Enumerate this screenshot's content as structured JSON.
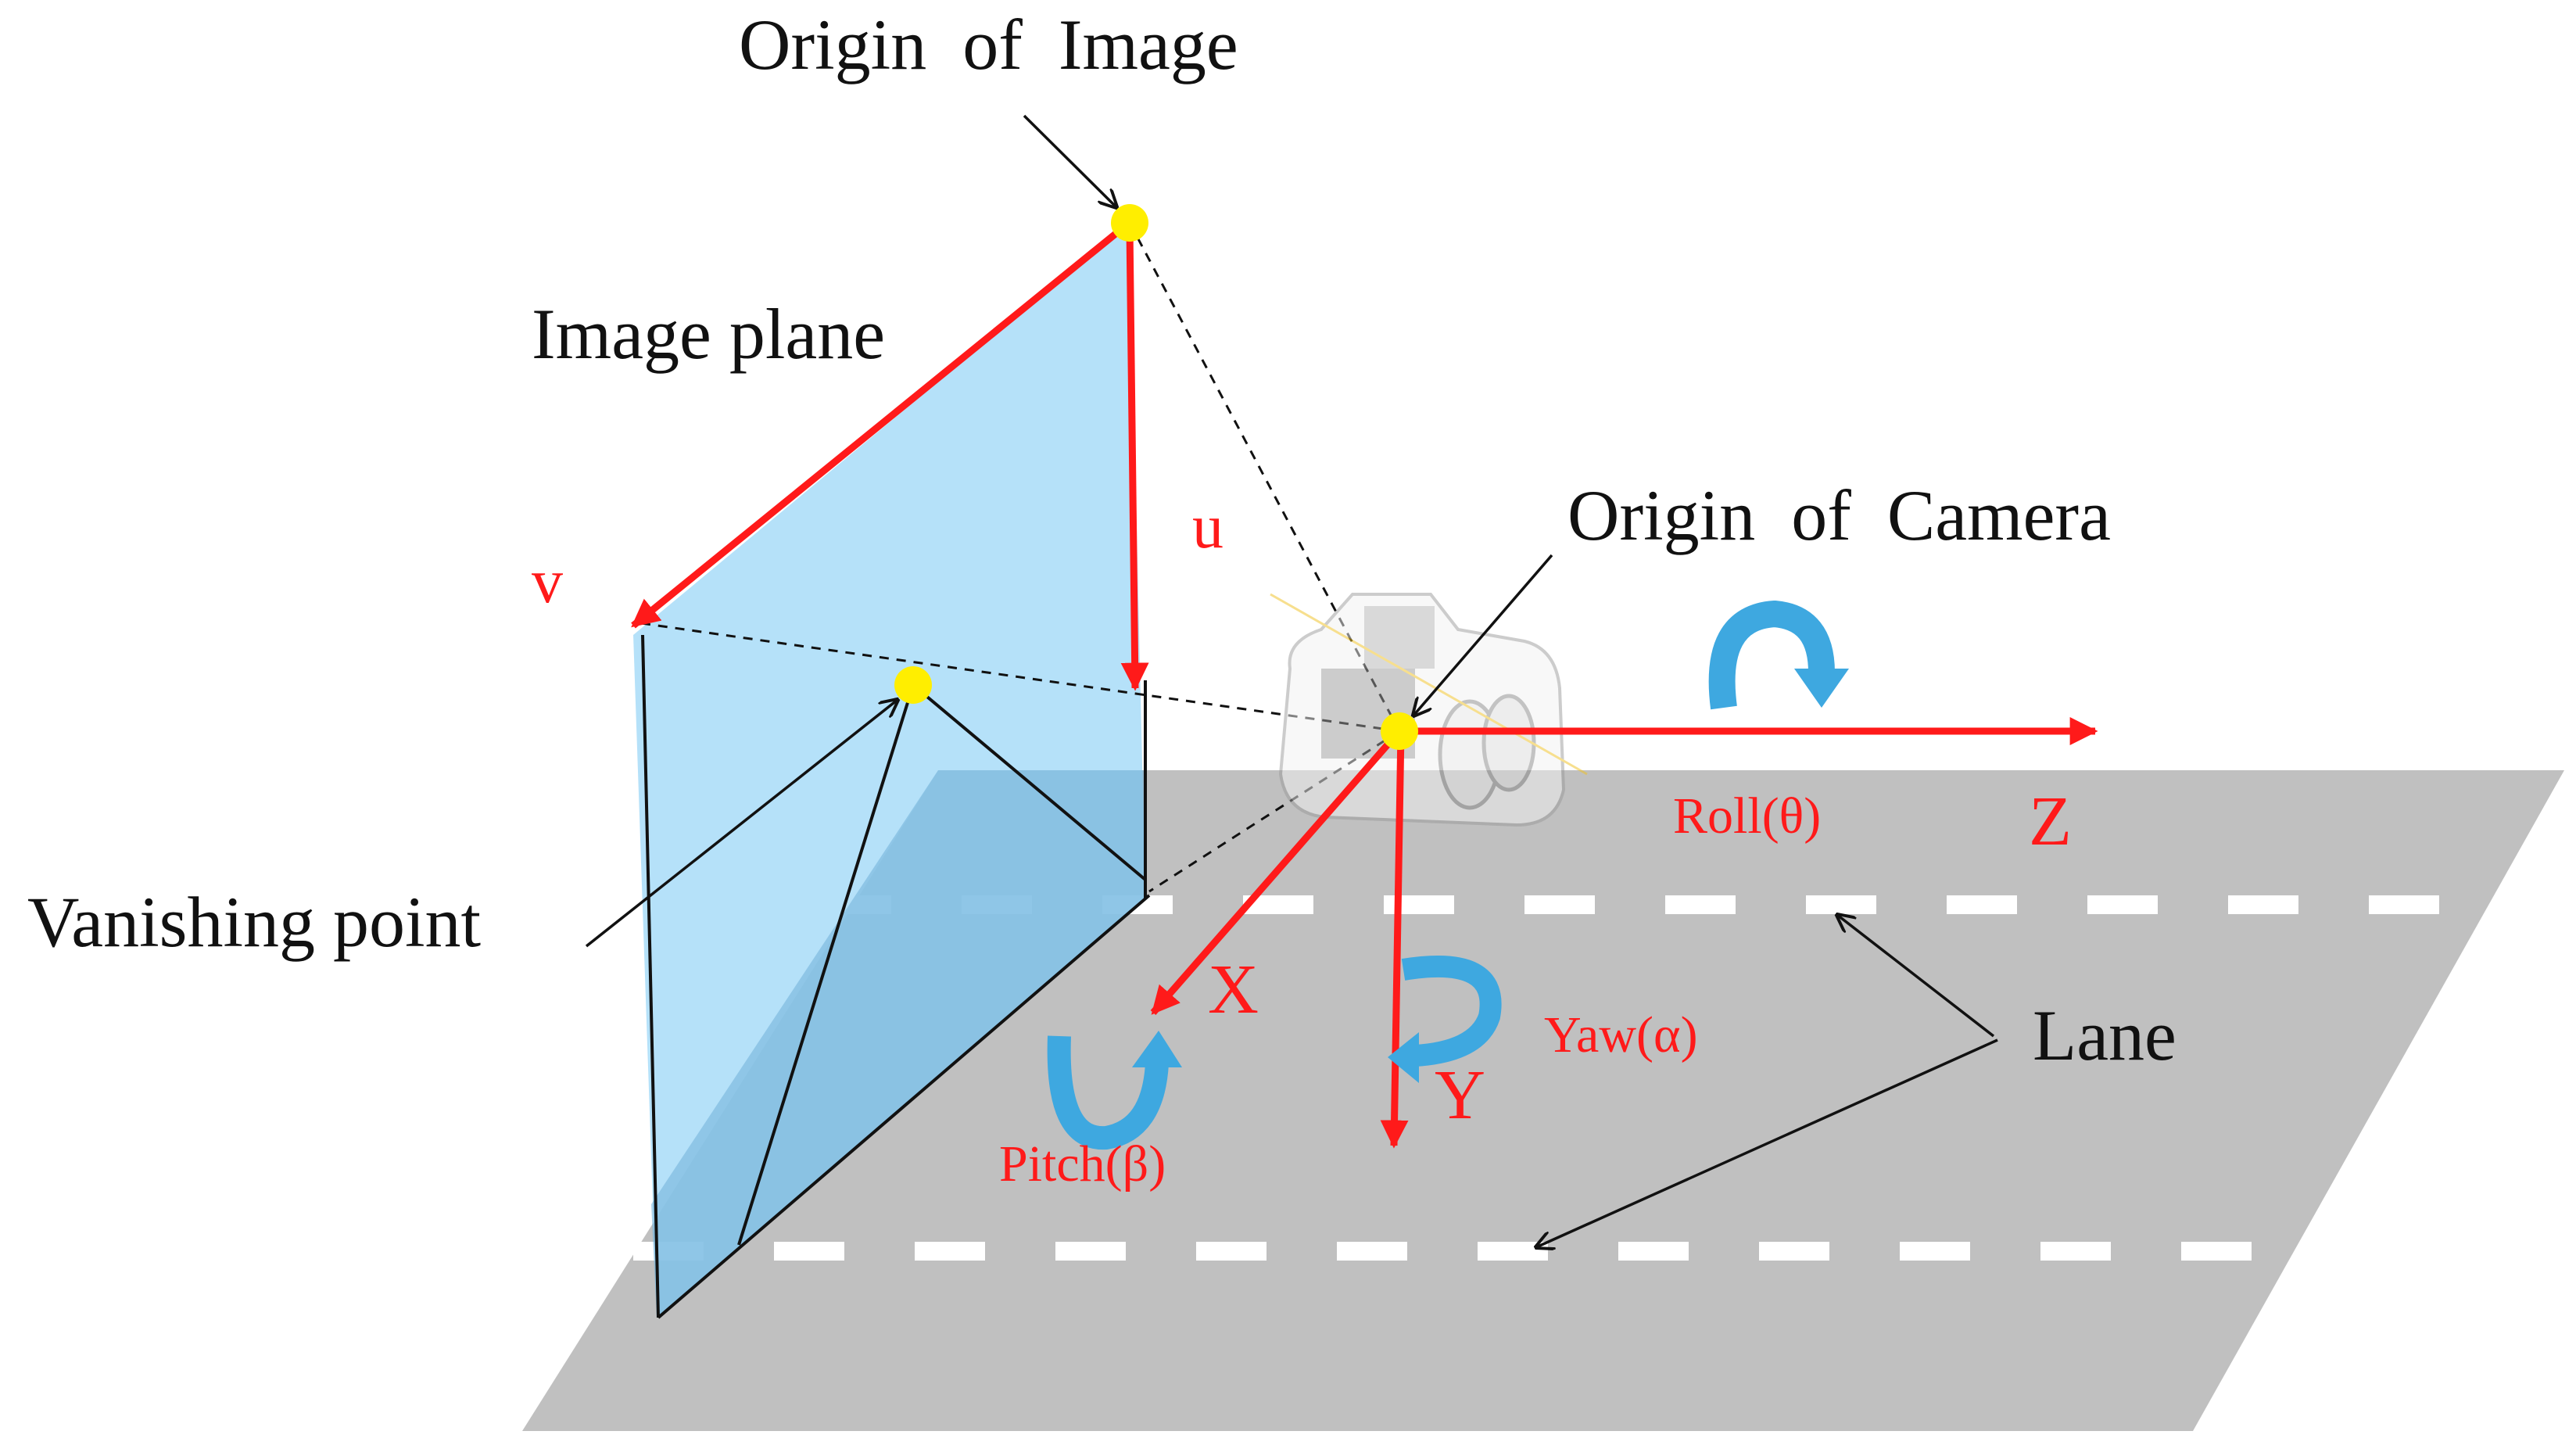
{
  "labels": {
    "origin_of_image": "Origin  of  Image",
    "image_plane": "Image plane",
    "origin_of_camera": "Origin  of  Camera",
    "vanishing_point": "Vanishing point",
    "lane": "Lane",
    "axis_u": "u",
    "axis_v": "v",
    "axis_x": "X",
    "axis_y": "Y",
    "axis_z": "Z",
    "roll": "Roll(θ)",
    "pitch": "Pitch(β)",
    "yaw": "Yaw(α)"
  },
  "colors": {
    "axis_red": "#ff1a1a",
    "image_plane_fill": "#a8dcf8",
    "road_gray": "#c0c0c0",
    "lane_mark": "#ffffff",
    "origin_point": "#ffee00",
    "rotation_arrow": "#3ea8e0",
    "line_black": "#111111"
  },
  "icons": {
    "camera": "camera-icon",
    "roll_arrow": "rotation-arrow-icon",
    "pitch_arrow": "rotation-arrow-icon",
    "yaw_arrow": "rotation-arrow-icon"
  }
}
